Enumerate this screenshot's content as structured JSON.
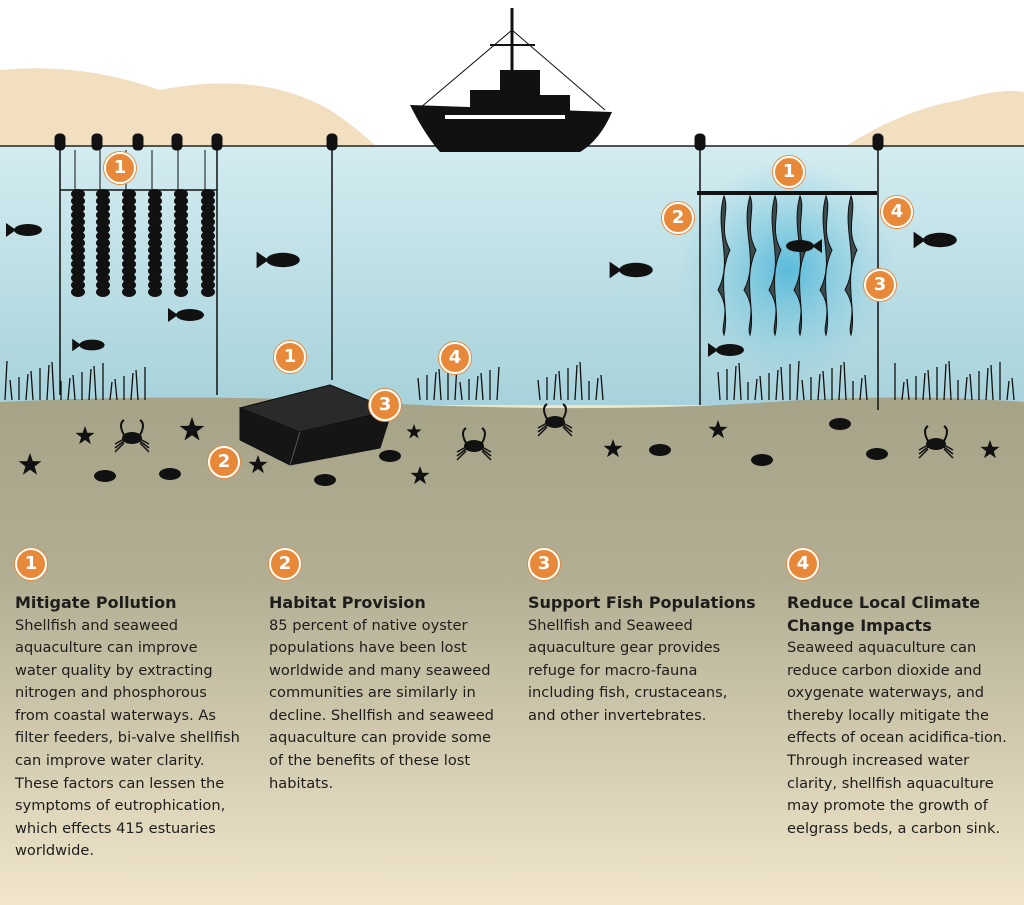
{
  "colors": {
    "accent": "#e8893a",
    "water": "#bfe2e9",
    "seafloor": "#a9a68a",
    "sand": "#efe4c9",
    "ink": "#1d1d1b"
  },
  "diagram_badges": {
    "left_longline": "1",
    "cage_top": "1",
    "cage_side": "3",
    "cage_bottom": "2",
    "eelgrass": "4",
    "seaweed_top": "1",
    "seaweed_left": "2",
    "seaweed_right": "4",
    "seaweed_lower": "3"
  },
  "sections": [
    {
      "number": "1",
      "title": "Mitigate Pollution",
      "body": "Shellfish and seaweed aquaculture can improve water quality by extracting nitrogen and phosphorous from coastal waterways. As filter feeders,  bi-valve shellfish can improve water clarity. These factors can lessen the symptoms of eutrophication, which effects 415 estuaries worldwide."
    },
    {
      "number": "2",
      "title": "Habitat Provision",
      "body": "85 percent of native oyster populations have been lost worldwide and many seaweed communities are similarly in decline. Shellfish and seaweed aquaculture can provide some of the benefits of these lost habitats."
    },
    {
      "number": "3",
      "title": "Support Fish Populations",
      "body": "Shellfish and Seaweed aquaculture gear provides refuge for macro-fauna including fish, crustaceans, and other invertebrates."
    },
    {
      "number": "4",
      "title": "Reduce Local Climate Change Impacts",
      "body": "Seaweed aquaculture can reduce carbon dioxide and oxygenate waterways, and thereby locally mitigate the effects of ocean acidifica-tion. Through increased water clarity, shellfish aquaculture may promote the growth of eelgrass beds, a carbon sink."
    }
  ]
}
